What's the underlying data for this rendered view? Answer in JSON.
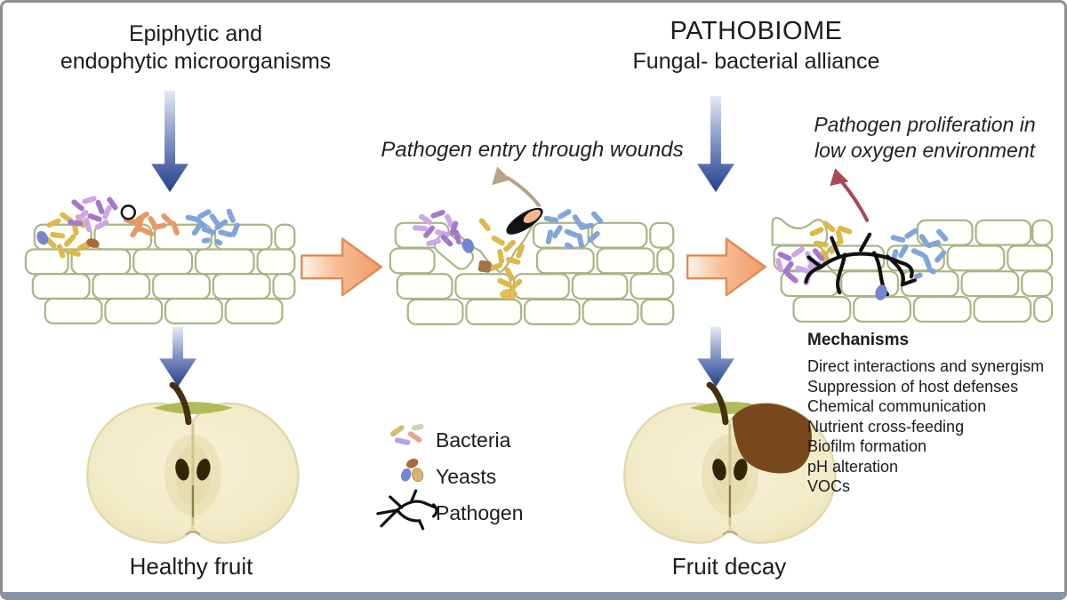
{
  "figure": {
    "titles": {
      "epiphytic": [
        "Epiphytic and",
        "endophytic microorganisms"
      ],
      "pathobiome": [
        "PATHOBIOME",
        "Fungal- bacterial alliance"
      ]
    },
    "annotations": {
      "wound_entry": "Pathogen entry through wounds",
      "proliferation": [
        "Pathogen proliferation in",
        "low oxygen environment"
      ]
    },
    "mechanisms": {
      "heading": "Mechanisms",
      "items": [
        "Direct interactions and synergism",
        "Suppression of host defenses",
        "Chemical communication",
        "Nutrient cross-feeding",
        "Biofilm formation",
        "pH alteration",
        "VOCs"
      ]
    },
    "legend": {
      "items": [
        {
          "label": "Bacteria",
          "icon": "bacteria-icon"
        },
        {
          "label": "Yeasts",
          "icon": "yeasts-icon"
        },
        {
          "label": "Pathogen",
          "icon": "pathogen-icon"
        }
      ]
    },
    "captions": {
      "healthy_fruit": "Healthy fruit",
      "fruit_decay": "Fruit decay"
    }
  },
  "colors": {
    "arrow_blue_dark": "#24408e",
    "arrow_blue_light": "#e4e9f4",
    "arrow_orange_fill": "#f7bd93",
    "arrow_orange_stroke": "#dd8a52",
    "cell_wall_stroke": "#a9b484",
    "bacteria_yellow": "#ddb84a",
    "bacteria_purple": "#a678cc",
    "bacteria_purple_light": "#cba6e8",
    "bacteria_orange": "#e59a66",
    "bacteria_blue": "#82a5d8",
    "yeast_blue": "#7585cf",
    "yeast_brown": "#a86a3c",
    "yeast_tan": "#d7b474",
    "pathogen_black": "#101010",
    "apple_flesh": "#f3ecca",
    "apple_green": "#a9b64a",
    "apple_stem": "#44300f",
    "seed_brown": "#342508",
    "decay_brown": "#76481c",
    "entry_arrow": "#b3a584",
    "proliferation_arrow": "#a34a55",
    "frame_border": "#8f9094",
    "bottom_bar": "#8494aa"
  }
}
